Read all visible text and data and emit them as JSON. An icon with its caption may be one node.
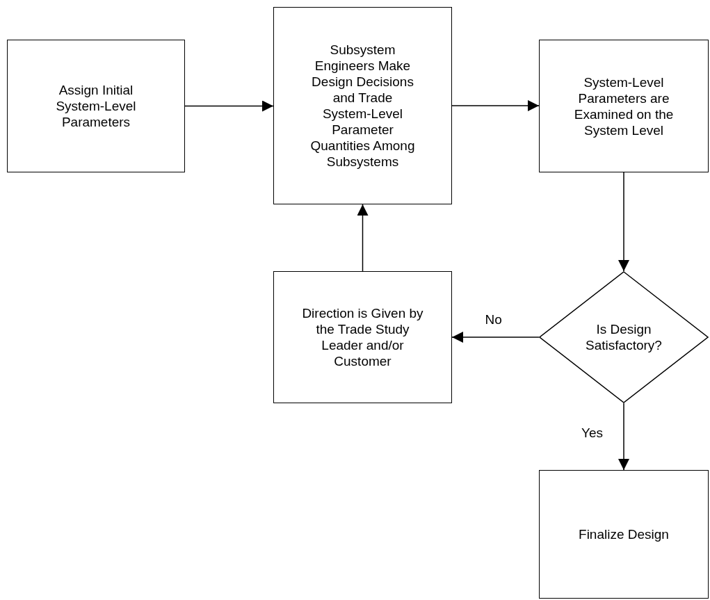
{
  "diagram": {
    "nodes": [
      {
        "text": [
          "Assign Initial System-Level Parameters"
        ]
      },
      {
        "text": [
          "Subsystem Engineers Make Design Decisions and Trade System-Level Parameter Quantities Among Subsystems"
        ]
      },
      {
        "text": [
          "System-Level Parameters are Examined on the System Level"
        ]
      },
      {
        "text": [
          "Is Design Satisfactory?"
        ]
      },
      {
        "text": [
          "Direction is Given by the Trade Study Leader and/or Customer"
        ]
      },
      {
        "text": [
          "Finalize Design"
        ]
      }
    ],
    "edges": [
      {
        "from": 0,
        "to": 1,
        "arrow": "to"
      },
      {
        "from": 1,
        "to": 2,
        "arrow": "to"
      },
      {
        "from": 2,
        "to": 3,
        "arrow": "to"
      },
      {
        "from": 3,
        "to": 4,
        "arrow": "to",
        "label": "No"
      },
      {
        "from": 4,
        "to": 1,
        "arrow": "to"
      },
      {
        "from": 3,
        "to": 5,
        "arrow": "to",
        "label": "Yes"
      }
    ]
  }
}
